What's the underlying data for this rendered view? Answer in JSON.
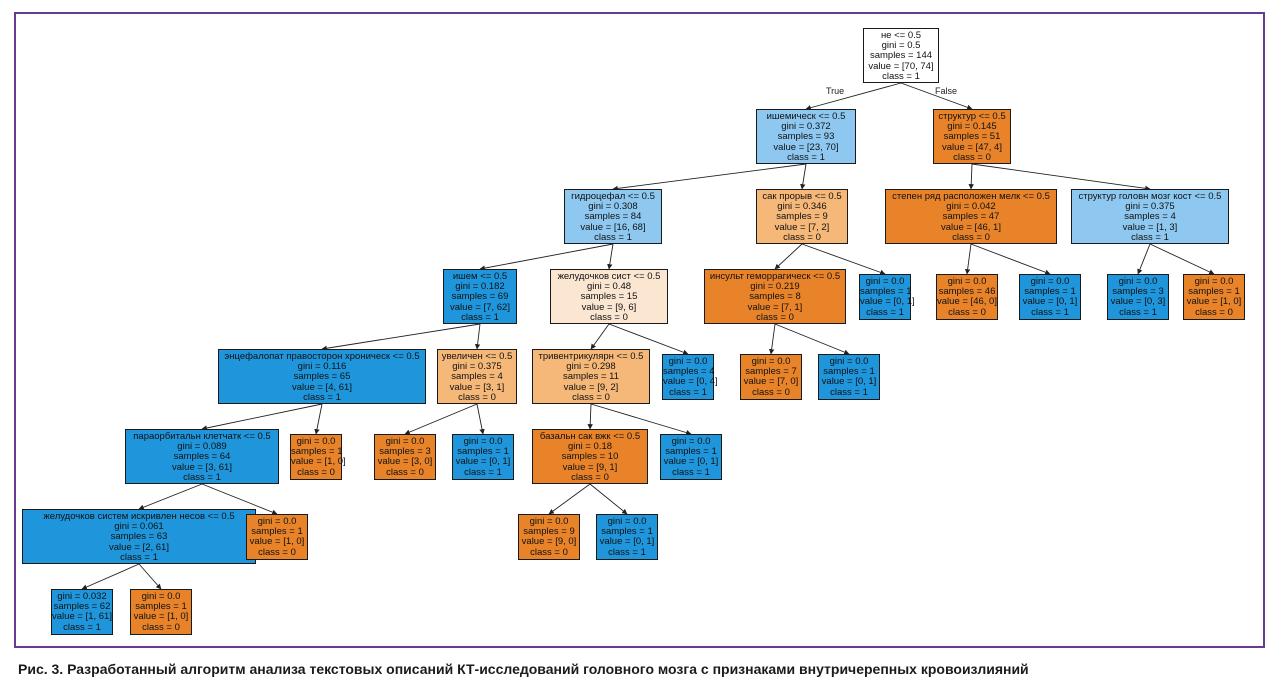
{
  "edge_labels": {
    "true_label": "True",
    "false_label": "False"
  },
  "colors": {
    "orange_strong": "#e8832a",
    "orange_light": "#f5b878",
    "orange_pale": "#fbe6d2",
    "blue_strong": "#1f96dc",
    "blue_light": "#8ec8f0",
    "white": "#ffffff"
  },
  "nodes": [
    {
      "id": "n0",
      "lines": [
        "не <= 0.5",
        "gini = 0.5",
        "samples = 144",
        "value = [70, 74]",
        "class = 1"
      ],
      "fill": "white"
    },
    {
      "id": "n1",
      "lines": [
        "ишемическ <= 0.5",
        "gini = 0.372",
        "samples = 93",
        "value = [23, 70]",
        "class = 1"
      ],
      "fill": "blue_light"
    },
    {
      "id": "n2",
      "lines": [
        "структур <= 0.5",
        "gini = 0.145",
        "samples = 51",
        "value = [47, 4]",
        "class = 0"
      ],
      "fill": "orange_strong"
    },
    {
      "id": "n3",
      "lines": [
        "гидроцефал <= 0.5",
        "gini = 0.308",
        "samples = 84",
        "value = [16, 68]",
        "class = 1"
      ],
      "fill": "blue_light"
    },
    {
      "id": "n4",
      "lines": [
        "сак прорыв <= 0.5",
        "gini = 0.346",
        "samples = 9",
        "value = [7, 2]",
        "class = 0"
      ],
      "fill": "orange_light"
    },
    {
      "id": "n5",
      "lines": [
        "степен ряд расположен мелк <= 0.5",
        "gini = 0.042",
        "samples = 47",
        "value = [46, 1]",
        "class = 0"
      ],
      "fill": "orange_strong"
    },
    {
      "id": "n6",
      "lines": [
        "структур головн мозг кост <= 0.5",
        "gini = 0.375",
        "samples = 4",
        "value = [1, 3]",
        "class = 1"
      ],
      "fill": "blue_light"
    },
    {
      "id": "n7",
      "lines": [
        "ишем <= 0.5",
        "gini = 0.182",
        "samples = 69",
        "value = [7, 62]",
        "class = 1"
      ],
      "fill": "blue_strong"
    },
    {
      "id": "n8",
      "lines": [
        "желудочков сист <= 0.5",
        "gini = 0.48",
        "samples = 15",
        "value = [9, 6]",
        "class = 0"
      ],
      "fill": "orange_pale"
    },
    {
      "id": "n9",
      "lines": [
        "инсульт геморрагическ <= 0.5",
        "gini = 0.219",
        "samples = 8",
        "value = [7, 1]",
        "class = 0"
      ],
      "fill": "orange_strong"
    },
    {
      "id": "n10",
      "lines": [
        "gini = 0.0",
        "samples = 1",
        "value = [0, 1]",
        "class = 1"
      ],
      "fill": "blue_strong"
    },
    {
      "id": "n11",
      "lines": [
        "gini = 0.0",
        "samples = 46",
        "value = [46, 0]",
        "class = 0"
      ],
      "fill": "orange_strong"
    },
    {
      "id": "n12",
      "lines": [
        "gini = 0.0",
        "samples = 1",
        "value = [0, 1]",
        "class = 1"
      ],
      "fill": "blue_strong"
    },
    {
      "id": "n13",
      "lines": [
        "gini = 0.0",
        "samples = 3",
        "value = [0, 3]",
        "class = 1"
      ],
      "fill": "blue_strong"
    },
    {
      "id": "n14",
      "lines": [
        "gini = 0.0",
        "samples = 1",
        "value = [1, 0]",
        "class = 0"
      ],
      "fill": "orange_strong"
    },
    {
      "id": "n15",
      "lines": [
        "энцефалопат правосторон хроническ <= 0.5",
        "gini = 0.116",
        "samples = 65",
        "value = [4, 61]",
        "class = 1"
      ],
      "fill": "blue_strong"
    },
    {
      "id": "n16",
      "lines": [
        "увеличен <= 0.5",
        "gini = 0.375",
        "samples = 4",
        "value = [3, 1]",
        "class = 0"
      ],
      "fill": "orange_light"
    },
    {
      "id": "n17",
      "lines": [
        "тривентрикулярн <= 0.5",
        "gini = 0.298",
        "samples = 11",
        "value = [9, 2]",
        "class = 0"
      ],
      "fill": "orange_light"
    },
    {
      "id": "n18",
      "lines": [
        "gini = 0.0",
        "samples = 4",
        "value = [0, 4]",
        "class = 1"
      ],
      "fill": "blue_strong"
    },
    {
      "id": "n19",
      "lines": [
        "gini = 0.0",
        "samples = 7",
        "value = [7, 0]",
        "class = 0"
      ],
      "fill": "orange_strong"
    },
    {
      "id": "n20",
      "lines": [
        "gini = 0.0",
        "samples = 1",
        "value = [0, 1]",
        "class = 1"
      ],
      "fill": "blue_strong"
    },
    {
      "id": "n21",
      "lines": [
        "параорбитальн клетчатк <= 0.5",
        "gini = 0.089",
        "samples = 64",
        "value = [3, 61]",
        "class = 1"
      ],
      "fill": "blue_strong"
    },
    {
      "id": "n22",
      "lines": [
        "gini = 0.0",
        "samples = 1",
        "value = [1, 0]",
        "class = 0"
      ],
      "fill": "orange_strong"
    },
    {
      "id": "n23",
      "lines": [
        "gini = 0.0",
        "samples = 3",
        "value = [3, 0]",
        "class = 0"
      ],
      "fill": "orange_strong"
    },
    {
      "id": "n24",
      "lines": [
        "gini = 0.0",
        "samples = 1",
        "value = [0, 1]",
        "class = 1"
      ],
      "fill": "blue_strong"
    },
    {
      "id": "n25",
      "lines": [
        "базальн сак вжк <= 0.5",
        "gini = 0.18",
        "samples = 10",
        "value = [9, 1]",
        "class = 0"
      ],
      "fill": "orange_strong"
    },
    {
      "id": "n26",
      "lines": [
        "gini = 0.0",
        "samples = 1",
        "value = [0, 1]",
        "class = 1"
      ],
      "fill": "blue_strong"
    },
    {
      "id": "n27",
      "lines": [
        "желудочков систем искривлен несов <= 0.5",
        "gini = 0.061",
        "samples = 63",
        "value = [2, 61]",
        "class = 1"
      ],
      "fill": "blue_strong"
    },
    {
      "id": "n28",
      "lines": [
        "gini = 0.0",
        "samples = 1",
        "value = [1, 0]",
        "class = 0"
      ],
      "fill": "orange_strong"
    },
    {
      "id": "n29",
      "lines": [
        "gini = 0.0",
        "samples = 9",
        "value = [9, 0]",
        "class = 0"
      ],
      "fill": "orange_strong"
    },
    {
      "id": "n30",
      "lines": [
        "gini = 0.0",
        "samples = 1",
        "value = [0, 1]",
        "class = 1"
      ],
      "fill": "blue_strong"
    },
    {
      "id": "n31",
      "lines": [
        "gini = 0.032",
        "samples = 62",
        "value = [1, 61]",
        "class = 1"
      ],
      "fill": "blue_strong"
    },
    {
      "id": "n32",
      "lines": [
        "gini = 0.0",
        "samples = 1",
        "value = [1, 0]",
        "class = 0"
      ],
      "fill": "orange_strong"
    }
  ],
  "edges": [
    [
      "n0",
      "n1"
    ],
    [
      "n0",
      "n2"
    ],
    [
      "n1",
      "n3"
    ],
    [
      "n1",
      "n4"
    ],
    [
      "n2",
      "n5"
    ],
    [
      "n2",
      "n6"
    ],
    [
      "n3",
      "n7"
    ],
    [
      "n3",
      "n8"
    ],
    [
      "n4",
      "n9"
    ],
    [
      "n4",
      "n10"
    ],
    [
      "n5",
      "n11"
    ],
    [
      "n5",
      "n12"
    ],
    [
      "n6",
      "n13"
    ],
    [
      "n6",
      "n14"
    ],
    [
      "n7",
      "n15"
    ],
    [
      "n7",
      "n16"
    ],
    [
      "n8",
      "n17"
    ],
    [
      "n8",
      "n18"
    ],
    [
      "n9",
      "n19"
    ],
    [
      "n9",
      "n20"
    ],
    [
      "n15",
      "n21"
    ],
    [
      "n15",
      "n22"
    ],
    [
      "n16",
      "n23"
    ],
    [
      "n16",
      "n24"
    ],
    [
      "n17",
      "n25"
    ],
    [
      "n17",
      "n26"
    ],
    [
      "n21",
      "n27"
    ],
    [
      "n21",
      "n28"
    ],
    [
      "n25",
      "n29"
    ],
    [
      "n25",
      "n30"
    ],
    [
      "n27",
      "n31"
    ],
    [
      "n27",
      "n32"
    ]
  ],
  "caption": "Рис. 3. Разработанный алгоритм анализа текстовых описаний КТ-исследований головного мозга с признаками внутричерепных кровоизлияний"
}
